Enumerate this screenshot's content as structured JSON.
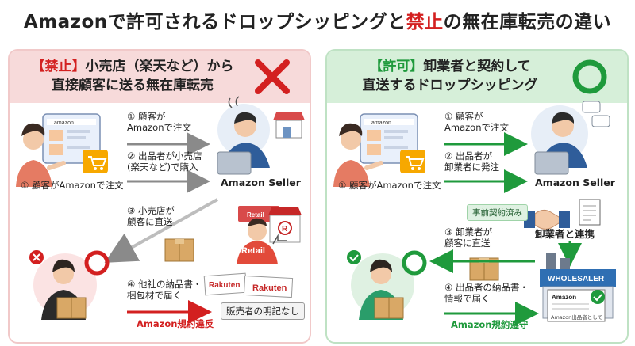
{
  "title": {
    "part1": "Amazonで許可されるドロップシッピングと",
    "part2": "禁止",
    "part3": "の無在庫転売の違い"
  },
  "left_panel": {
    "tag": "【禁止】",
    "heading_line1_rest": "小売店（楽天など）から",
    "heading_line2": "直接顧客に送る無在庫転売",
    "mark": "cross",
    "customer_label": "① 顧客がAmazonで注文",
    "step1_line1": "① 顧客が",
    "step1_line2": "Amazonで注文",
    "step2_line1": "② 出品者が小売店",
    "step2_line2": "(楽天など)で購入",
    "seller_label": "Amazon Seller",
    "step3_line1": "③ 小売店が",
    "step3_line2": "顧客に直送",
    "step4_line1": "④ 他社の納品書・",
    "step4_line2": "梱包材で届く",
    "rakuten_a": "Rakuten",
    "rakuten_b": "Rakuten",
    "retail_sign": "Retail",
    "retail_shirt": "Retail",
    "no_seller_note": "販売者の明記なし",
    "rule": "Amazon規約違反"
  },
  "right_panel": {
    "tag": "【許可】",
    "heading_line1_rest": "卸業者と契約して",
    "heading_line2": "直送するドロップシッピング",
    "mark": "circle",
    "customer_label": "① 顧客がAmazonで注文",
    "step1_line1": "① 顧客が",
    "step1_line2": "Amazonで注文",
    "step2_line1": "② 出品者が",
    "step2_line2": "卸業者に発注",
    "seller_label": "Amazon Seller",
    "contract_chip": "事前契約済み",
    "link_label": "卸業者と連携",
    "step3_line1": "③ 卸業者が",
    "step3_line2": "顧客に直送",
    "step4_line1": "④ 出品者の納品書・",
    "step4_line2": "情報で届く",
    "wholesaler_sign": "WHOLESALER",
    "invoice_head": "Amazon",
    "invoice_note": "Amazon出品者として",
    "rule": "Amazon規約遵守"
  },
  "screen_brand": "amazon",
  "colors": {
    "forbidden_red": "#d32020",
    "allowed_green": "#1f9a3c",
    "left_header_bg": "#f7dada",
    "right_header_bg": "#d6efd9",
    "arrow_grey": "#8a8a8a"
  }
}
